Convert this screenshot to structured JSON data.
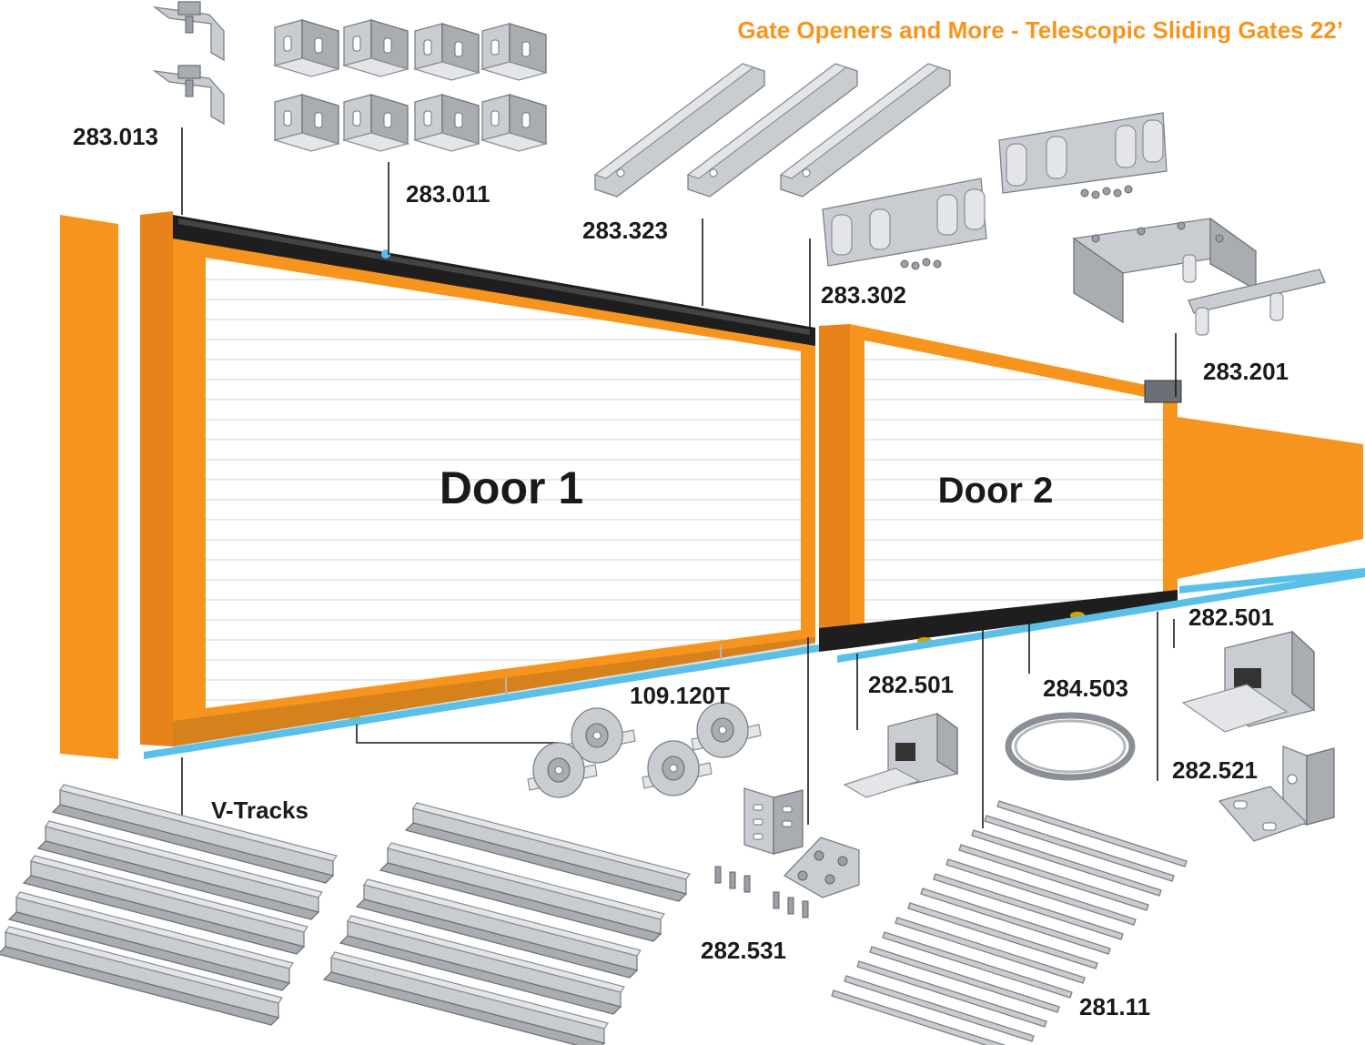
{
  "title": "Gate Openers and More - Telescopic Sliding Gates 22’",
  "colors": {
    "accent": "#F7941D",
    "title": "#F7941D",
    "track_blue": "#5BC0E8",
    "steel": "#C9CCD0",
    "dark_rail": "#1E1E1E"
  },
  "doors": {
    "door1": "Door 1",
    "door2": "Door 2"
  },
  "parts": [
    {
      "code": "283.013",
      "icon": "stop-bracket"
    },
    {
      "code": "283.011",
      "icon": "l-bracket"
    },
    {
      "code": "283.323",
      "icon": "u-channel"
    },
    {
      "code": "283.302",
      "icon": "roller-guide"
    },
    {
      "code": "283.201",
      "icon": "roller-guide-plate"
    },
    {
      "code": "282.501",
      "icon": "pulley-box"
    },
    {
      "code": "282.501",
      "icon": "pulley-box"
    },
    {
      "code": "284.503",
      "icon": "steel-cable"
    },
    {
      "code": "282.521",
      "icon": "end-bracket"
    },
    {
      "code": "109.120T",
      "icon": "v-groove-wheel"
    },
    {
      "code": "282.531",
      "icon": "angle-bracket-kit"
    },
    {
      "code": "281.11",
      "icon": "flat-bars"
    },
    {
      "code": "V-Tracks",
      "icon": "v-track"
    }
  ]
}
